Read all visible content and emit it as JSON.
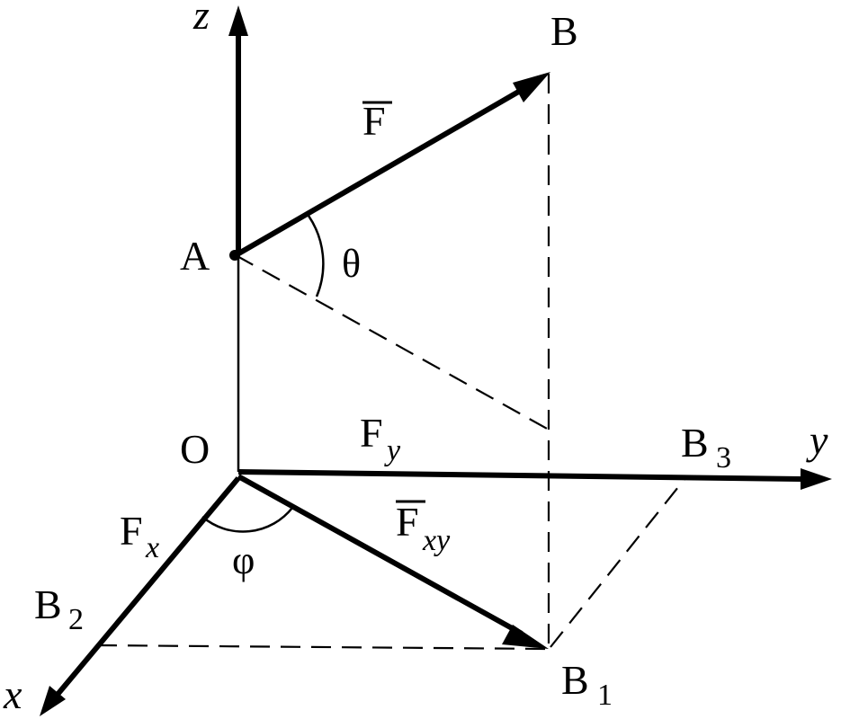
{
  "labels": {
    "axis_z": "z",
    "axis_y": "y",
    "axis_x": "x",
    "point_b": "B",
    "point_a": "A",
    "point_o": "O",
    "point_b3": "B",
    "point_b3_sub": "3",
    "point_b2": "B",
    "point_b2_sub": "2",
    "point_b1": "B",
    "point_b1_sub": "1",
    "force_f": "F",
    "force_fxy": "F",
    "force_fxy_sub": "xy",
    "comp_fy": "F",
    "comp_fy_sub": "y",
    "comp_fx": "F",
    "comp_fx_sub": "x",
    "angle_theta": "θ",
    "angle_phi": "φ"
  }
}
